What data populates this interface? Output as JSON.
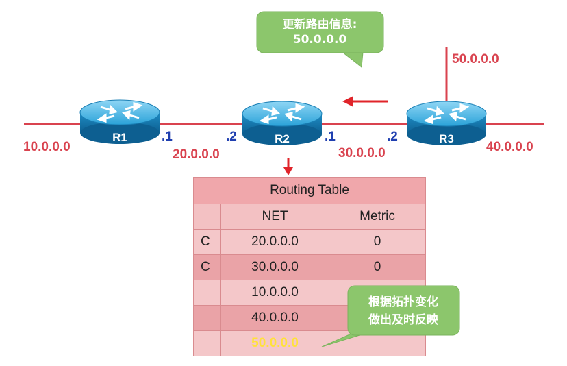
{
  "update_callout": {
    "line1": "更新路由信息:",
    "line2": "50.0.0.0"
  },
  "reaction_callout": {
    "line1": "根据拓扑变化",
    "line2": "做出及时反映"
  },
  "routers": {
    "r1": "R1",
    "r2": "R2",
    "r3": "R3"
  },
  "networks": {
    "n10": "10.0.0.0",
    "n20": "20.0.0.0",
    "n30": "30.0.0.0",
    "n40": "40.0.0.0",
    "n50": "50.0.0.0"
  },
  "interfaces": {
    "r1_right": ".1",
    "r2_left": ".2",
    "r2_right": ".1",
    "r3_left": ".2"
  },
  "routing_table": {
    "title": "Routing Table",
    "col_net": "NET",
    "col_metric": "Metric",
    "rows": [
      {
        "flag": "C",
        "net": "20.0.0.0",
        "metric": "0"
      },
      {
        "flag": "C",
        "net": "30.0.0.0",
        "metric": "0"
      },
      {
        "flag": "",
        "net": "10.0.0.0",
        "metric": ""
      },
      {
        "flag": "",
        "net": "40.0.0.0",
        "metric": ""
      },
      {
        "flag": "",
        "net": "50.0.0.0",
        "metric": ""
      }
    ]
  },
  "colors": {
    "link": "#d9434f",
    "interface_label": "#1f3fb0",
    "router_body": "#1e8fc4",
    "callout_fill": "#8cc66c",
    "arrow": "#e0242a",
    "highlight": "#ffe23a"
  }
}
